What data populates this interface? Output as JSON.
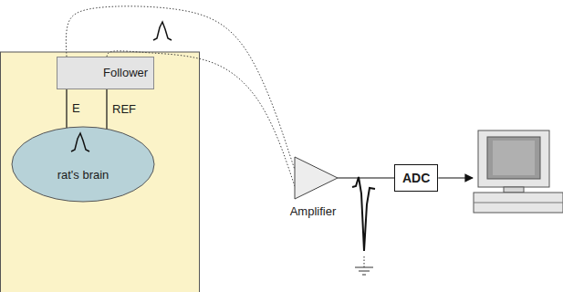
{
  "diagram": {
    "nodes": [
      {
        "text": [
          "Follower"
        ]
      },
      {
        "text": [
          "rat's brain"
        ]
      },
      {
        "text": [
          "Amplifier"
        ]
      },
      {
        "text": [
          "ADC"
        ]
      }
    ],
    "edges": [
      {
        "from": 0,
        "to": 1,
        "label": "E",
        "arrow": "none"
      },
      {
        "from": 0,
        "to": 1,
        "label": "REF",
        "arrow": "none"
      },
      {
        "from": 0,
        "to": 2,
        "arrow": "none"
      },
      {
        "from": 0,
        "to": 2,
        "arrow": "none"
      },
      {
        "from": 2,
        "to": 3,
        "arrow": "none"
      }
    ]
  }
}
